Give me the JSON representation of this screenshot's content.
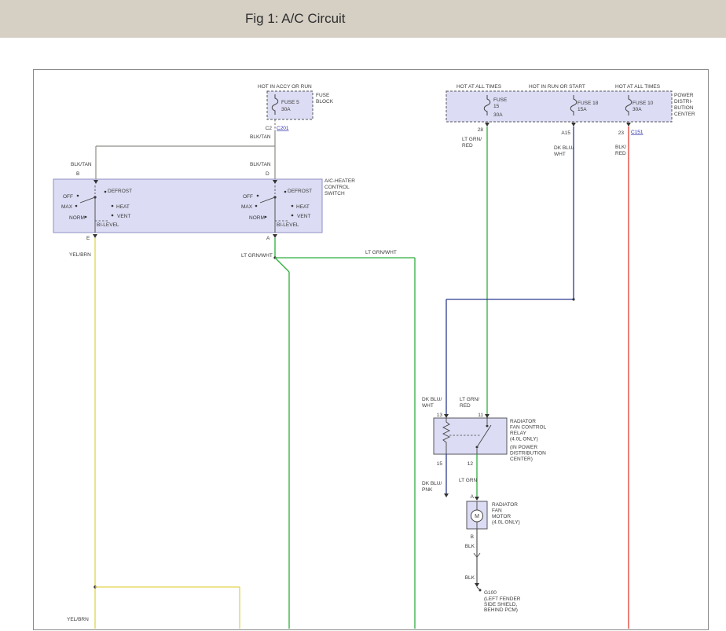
{
  "header": {
    "title": "Fig 1: A/C Circuit",
    "bg_color": "#d5cfc4"
  },
  "colors": {
    "wire_yellow": "#e0d44f",
    "wire_green": "#2fae3e",
    "wire_blue": "#2b3a90",
    "wire_red": "#e13b30",
    "wire_gray": "#8d8d86",
    "wire_black": "#555555",
    "component_fill": "#dcdcf4",
    "component_stroke": "#8f8fc4",
    "link": "#2a2aad"
  },
  "fuse_block": {
    "hot_label": "HOT IN ACCY OR RUN",
    "fuse": "FUSE 5",
    "amp": "30A",
    "name_line1": "FUSE",
    "name_line2": "BLOCK",
    "conn_left": "C2",
    "conn_right": "C201",
    "wire_top": "BLK/TAN",
    "wire_left": "BLK/TAN",
    "wire_right": "BLK/TAN"
  },
  "ac_switch": {
    "name_line1": "A/C-HEATER",
    "name_line2": "CONTROL",
    "name_line3": "SWITCH",
    "term_b": "B",
    "term_d": "D",
    "term_e": "E",
    "term_a": "A",
    "pos_off": "OFF",
    "pos_defrost": "DEFROST",
    "pos_max": "MAX",
    "pos_heat": "HEAT",
    "pos_norm": "NORM",
    "pos_vent": "VENT",
    "pos_bilevel": "BI-LEVEL"
  },
  "wires": {
    "yel_brn_top": "YEL/BRN",
    "yel_brn_bottom": "YEL/BRN",
    "lt_grn_wht_left": "LT GRN/WHT",
    "lt_grn_wht_right": "LT GRN/WHT"
  },
  "pdc": {
    "hot1": "HOT AT ALL TIMES",
    "hot2": "HOT IN RUN OR START",
    "hot3": "HOT AT ALL TIMES",
    "fuse1_line1": "FUSE",
    "fuse1_line2": "15",
    "fuse1_line3": "30A",
    "fuse2_line1": "FUSE 18",
    "fuse2_line2": "15A",
    "fuse3_line1": "FUSE 10",
    "fuse3_line2": "30A",
    "name_line1": "POWER",
    "name_line2": "DISTRI-",
    "name_line3": "BUTION",
    "name_line4": "CENTER",
    "term_28": "28",
    "term_a15": "A15",
    "term_23": "23",
    "conn": "C151",
    "wire1_line1": "LT GRN/",
    "wire1_line2": "RED",
    "wire2_line1": "DK BLU/",
    "wire2_line2": "WHT",
    "wire3_line1": "BLK/",
    "wire3_line2": "RED"
  },
  "relay": {
    "in13_line1": "DK BLU/",
    "in13_line2": "WHT",
    "in11_line1": "LT GRN/",
    "in11_line2": "RED",
    "term_13": "13",
    "term_11": "11",
    "term_15": "15",
    "term_12": "12",
    "name_line1": "RADIATOR",
    "name_line2": "FAN CONTROL",
    "name_line3": "RELAY",
    "name_line4": "(4.0L ONLY)",
    "loc_line1": "(IN POWER",
    "loc_line2": "DISTRIBUTION",
    "loc_line3": "CENTER)",
    "out15_line1": "DK BLU/",
    "out15_line2": "PNK",
    "out12": "LT GRN"
  },
  "fan_motor": {
    "term_a": "A",
    "name_line1": "RADIATOR",
    "name_line2": "FAN",
    "name_line3": "MOTOR",
    "name_line4": "(4.0L ONLY)",
    "symbol": "M",
    "term_b": "B",
    "wire1": "BLK",
    "wire2": "BLK"
  },
  "ground": {
    "id": "G100",
    "loc_line1": "(LEFT FENDER",
    "loc_line2": "SIDE SHIELD,",
    "loc_line3": "BEHIND PCM)"
  }
}
